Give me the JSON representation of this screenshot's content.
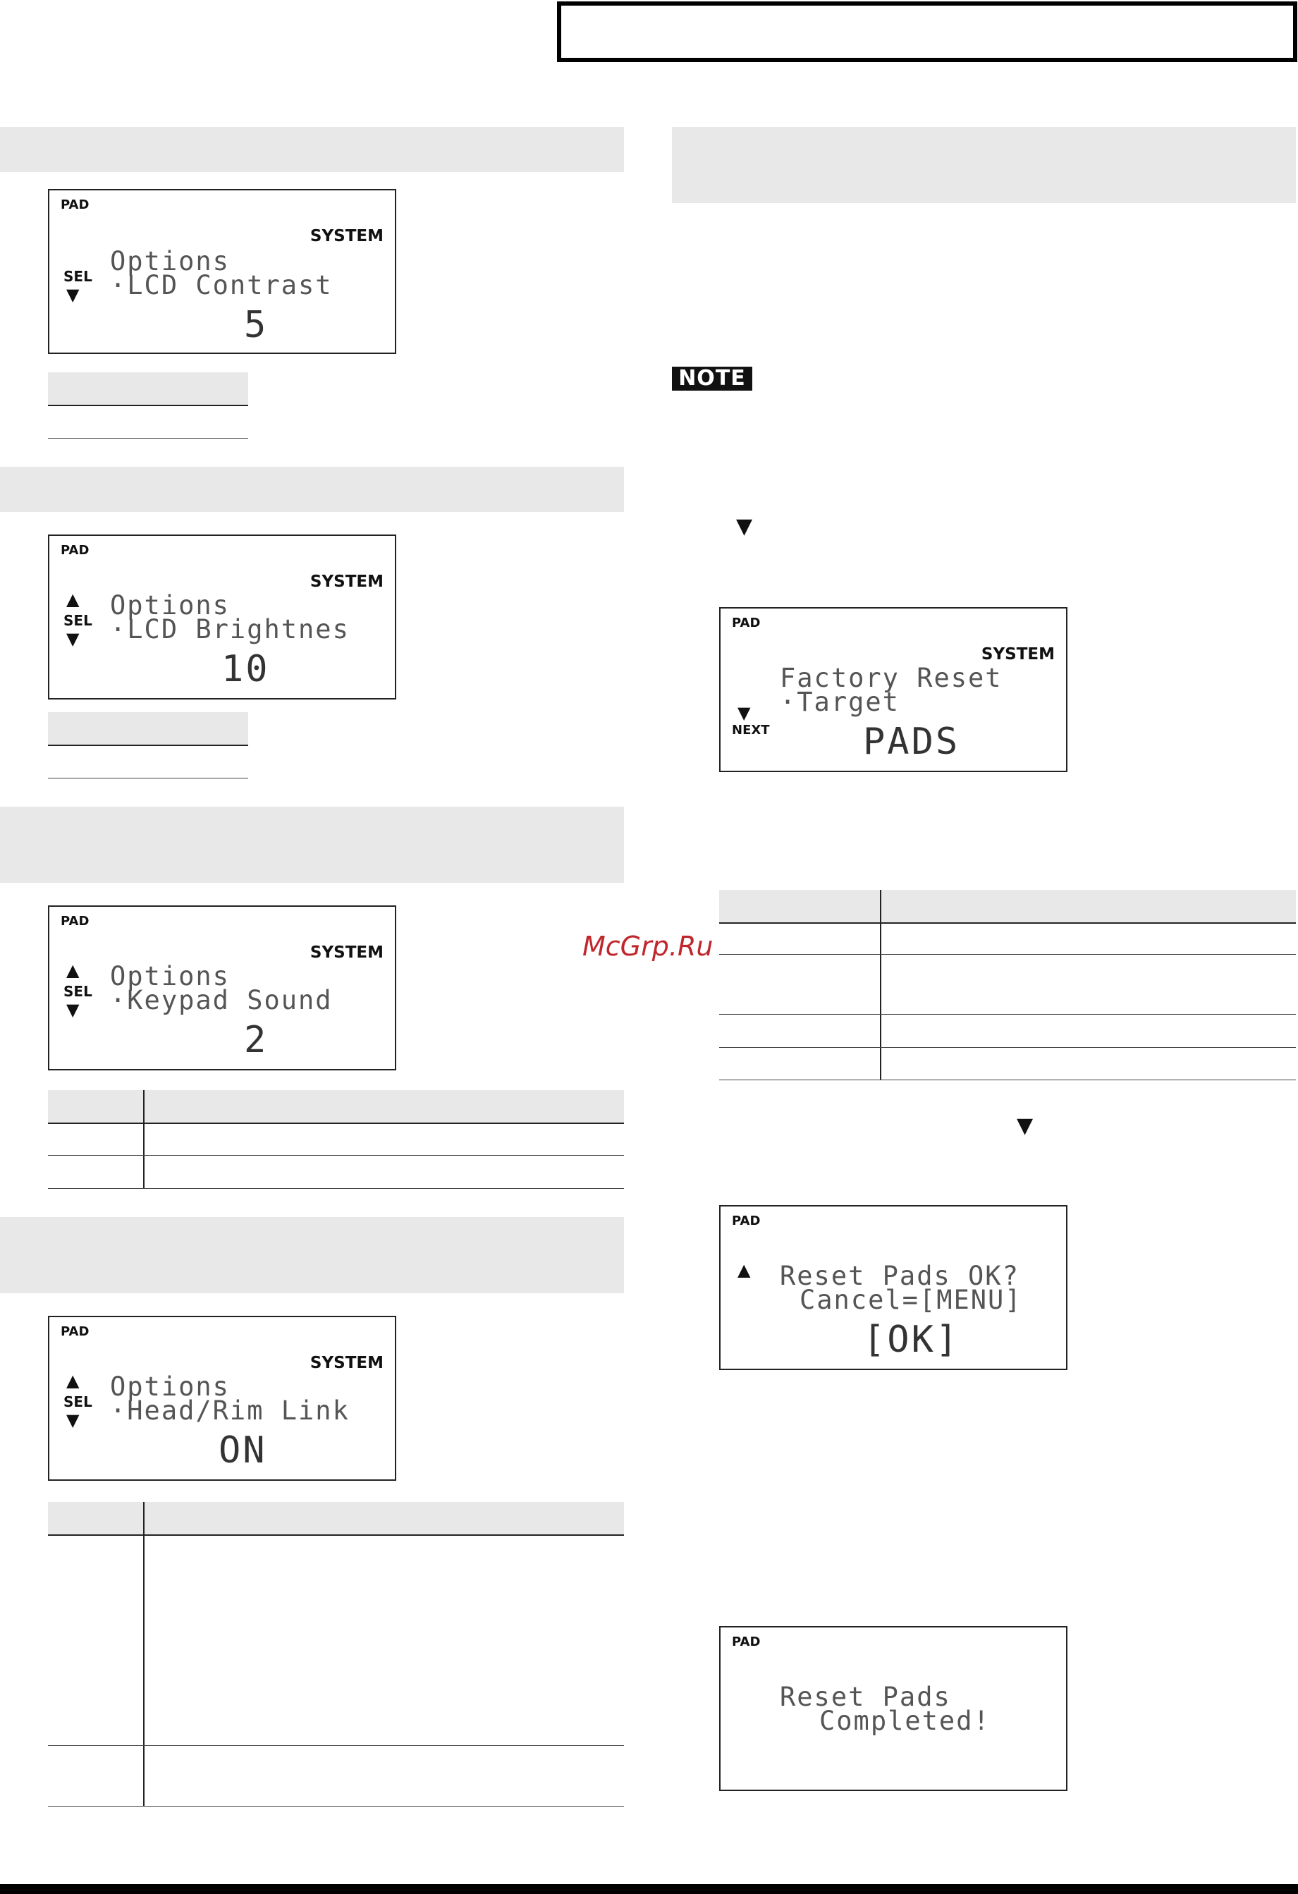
{
  "lcd_screens": {
    "lcd_contrast": {
      "pad": "PAD",
      "system": "SYSTEM",
      "sel": "SEL",
      "line1": "Options",
      "line2": "·LCD Contrast",
      "value": "5"
    },
    "lcd_brightness": {
      "pad": "PAD",
      "system": "SYSTEM",
      "sel": "SEL",
      "line1": "Options",
      "line2": "·LCD Brightnes",
      "value": "10"
    },
    "keypad_sound": {
      "pad": "PAD",
      "system": "SYSTEM",
      "sel": "SEL",
      "line1": "Options",
      "line2": "·Keypad Sound",
      "value": "2"
    },
    "head_rim_link": {
      "pad": "PAD",
      "system": "SYSTEM",
      "sel": "SEL",
      "line1": "Options",
      "line2": "·Head/Rim Link",
      "value": "ON"
    },
    "factory_reset": {
      "pad": "PAD",
      "system": "SYSTEM",
      "next": "NEXT",
      "line1": "Factory Reset",
      "line2": "·Target",
      "value": "PADS"
    },
    "reset_confirm": {
      "pad": "PAD",
      "line1": "Reset Pads OK?",
      "line2": "Cancel=[MENU]",
      "value": "[OK]"
    },
    "reset_completed": {
      "pad": "PAD",
      "line1": "Reset Pads",
      "line2": "Completed!"
    }
  },
  "note_label": "NOTE",
  "watermark": "McGrp.Ru",
  "arrows": {
    "up": "▲",
    "down": "▼"
  }
}
